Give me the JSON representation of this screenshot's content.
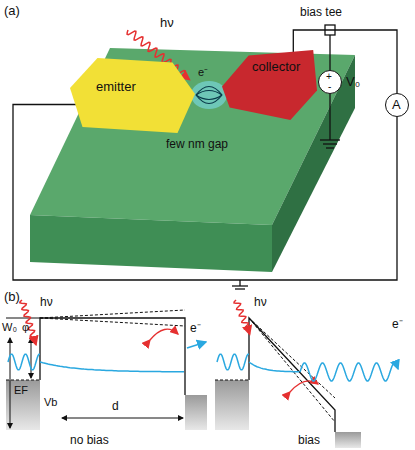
{
  "diagram": {
    "nodes": [
      {
        "text": [
          "emitter"
        ]
      },
      {
        "text": [
          "collector"
        ]
      },
      {
        "text": [
          "+",
          "-",
          "V₀"
        ]
      },
      {
        "text": [
          "A"
        ]
      }
    ],
    "edges": [
      {
        "from": 0,
        "to": 3,
        "arrow": "none"
      },
      {
        "from": 1,
        "to": 3,
        "arrow": "none"
      }
    ],
    "labels": [
      "(a)",
      "hν",
      "bias tee",
      "e⁻",
      "few nm gap",
      "(b)",
      "hν",
      "W₀",
      "φ",
      "EF",
      "Vb",
      "d",
      "e⁻",
      "no bias",
      "hν",
      "e⁻",
      "bias"
    ]
  }
}
